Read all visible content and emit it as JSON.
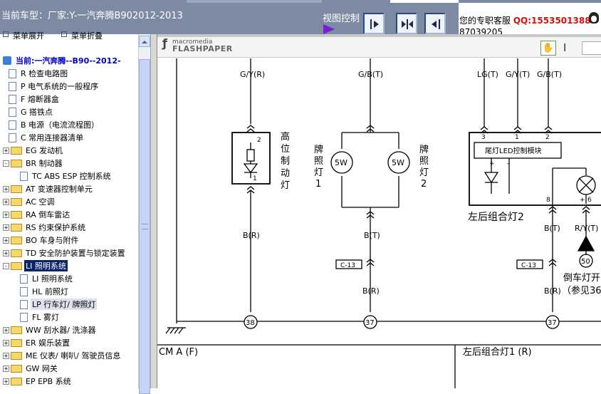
{
  "header": {
    "title": "当前车型：厂家:Y-一汽奔腾B902012-2013",
    "view_control_label": "视图控制",
    "service_label": "您的专职客服",
    "qq_label": "QQ:1553501388",
    "phone": "87039205"
  },
  "left_panel": {
    "tab_expand": "菜单展开",
    "tab_collapse": "菜单折叠",
    "root": "当前:一汽奔腾--B90--2012-",
    "items": [
      {
        "type": "page",
        "label": "R 检查电路图"
      },
      {
        "type": "page",
        "label": "P 电气系统的一般程序"
      },
      {
        "type": "page",
        "label": "F 熔断器盒"
      },
      {
        "type": "page",
        "label": "G 搭铁点"
      },
      {
        "type": "page",
        "label": "B 电源（电流流程图）"
      },
      {
        "type": "page",
        "label": "C 常用连接器清单"
      },
      {
        "type": "folder",
        "expander": "+",
        "label": "EG 发动机"
      },
      {
        "type": "folder",
        "expander": "-",
        "label": "BR 制动器"
      },
      {
        "type": "subpage",
        "label": "TC ABS ESP 控制系统"
      },
      {
        "type": "folder",
        "expander": "+",
        "label": "AT 变速器控制单元"
      },
      {
        "type": "folder",
        "expander": "+",
        "label": "AC 空调"
      },
      {
        "type": "folder",
        "expander": "+",
        "label": "RA 倒车雷达"
      },
      {
        "type": "folder",
        "expander": "+",
        "label": "RS 约束保护系统"
      },
      {
        "type": "folder",
        "expander": "+",
        "label": "BO 车身与附件"
      },
      {
        "type": "folder",
        "expander": "+",
        "label": "TD 安全防护装置与锁定装置"
      },
      {
        "type": "folder",
        "expander": "-",
        "label": "LI 照明系统",
        "selected": true
      },
      {
        "type": "subpage",
        "label": "LI 照明系统"
      },
      {
        "type": "subpage",
        "label": "HL 前照灯"
      },
      {
        "type": "subpage",
        "label": "LP 行车灯/ 牌照灯",
        "highlight": true
      },
      {
        "type": "subpage",
        "label": "FL 雾灯"
      },
      {
        "type": "folder",
        "expander": "+",
        "label": "WW 刮水器/ 洗涤器"
      },
      {
        "type": "folder",
        "expander": "+",
        "label": "ER 娱乐装置"
      },
      {
        "type": "folder",
        "expander": "+",
        "label": "ME 仪表/ 喇叭/ 驾驶员信息"
      },
      {
        "type": "folder",
        "expander": "+",
        "label": "GW 网关"
      },
      {
        "type": "folder",
        "expander": "+",
        "label": "EP EPB 系统"
      }
    ]
  },
  "viewer": {
    "logo_small": "macromedia",
    "logo_big": "FLASHPAPER",
    "hand_icon": "hand-tool-icon",
    "cursor_icon": "text-cursor-icon"
  },
  "diagram": {
    "wire_labels": [
      "G/Y(R)",
      "G/B(T)",
      "LG(T)",
      "G/Y(T)",
      "G/B(T)",
      "B(R)",
      "B(T)",
      "B(R)",
      "B(T)",
      "R/Y(T)",
      "B(R)"
    ],
    "pin_labels": [
      "2",
      "1",
      "3",
      "1",
      "2",
      "8",
      "6",
      "+",
      "-",
      "+"
    ],
    "high_lamp": [
      "高",
      "位",
      "制",
      "动",
      "灯"
    ],
    "plate1": [
      "牌",
      "照",
      "灯",
      "1"
    ],
    "plate2": [
      "牌",
      "照",
      "灯",
      "2"
    ],
    "bulb_rating": "5W",
    "module_label": "尾灯LED控制模块",
    "rear_combo2": "左后组合灯2",
    "connector": "C-13",
    "ground_nums": [
      "38",
      "37",
      "37",
      "50"
    ],
    "reverse_lamp": "倒车灯开",
    "reverse_ref": "（参见36",
    "section_left": "CM A (F)",
    "section_right": "左后组合灯1 (R)"
  }
}
